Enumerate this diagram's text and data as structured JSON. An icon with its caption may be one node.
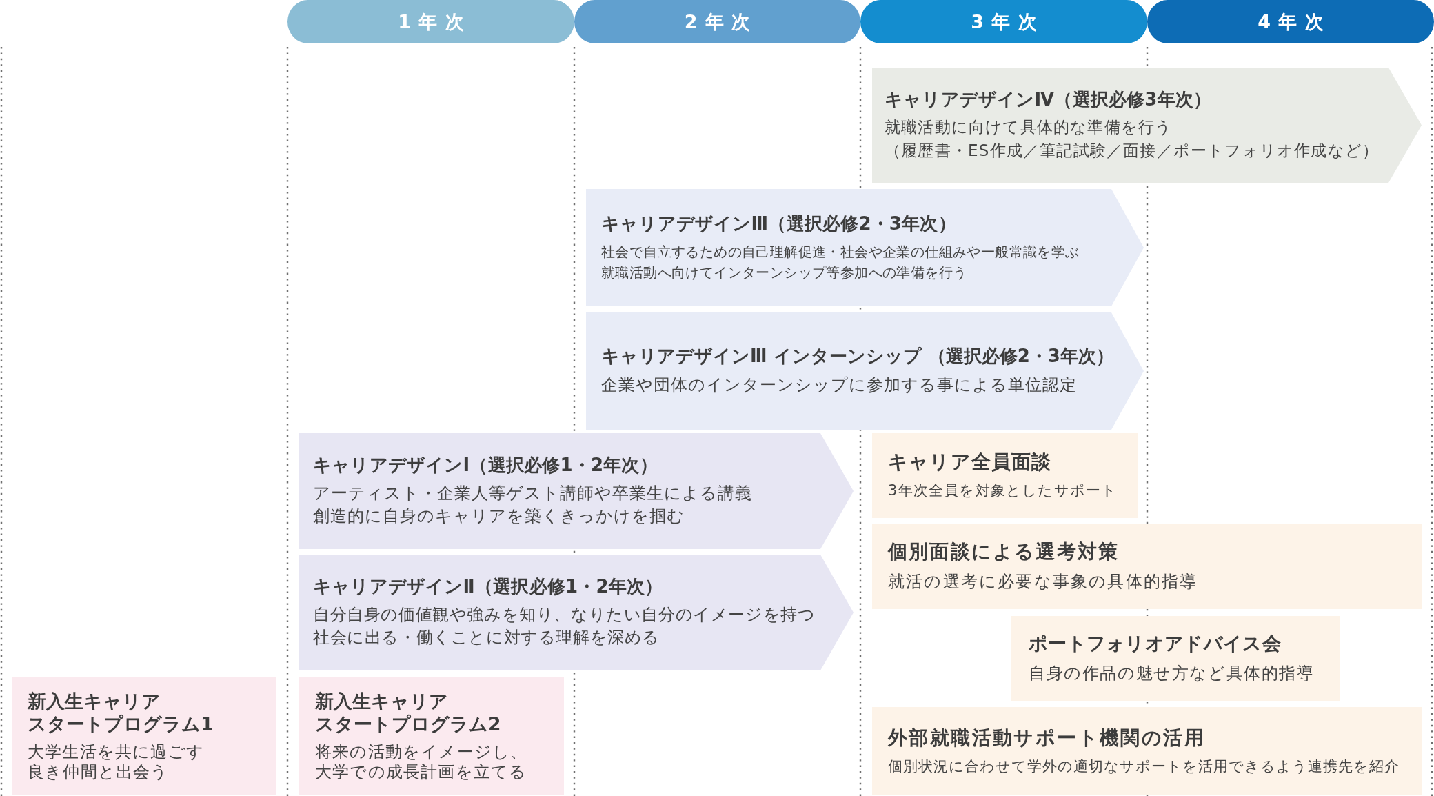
{
  "diagram": {
    "nodes": [
      {
        "text": [
          "1年次"
        ]
      },
      {
        "text": [
          "2年次"
        ]
      },
      {
        "text": [
          "3年次"
        ]
      },
      {
        "text": [
          "4年次"
        ]
      },
      {
        "text": [
          "キャリアデザインⅣ（選択必修3年次）",
          "就職活動に向けて具体的な準備を行う",
          "（履歴書・ES作成／筆記試験／面接／ポートフォリオ作成など）"
        ]
      },
      {
        "text": [
          "キャリアデザインⅢ（選択必修2・3年次）",
          "社会で自立するための自己理解促進・社会や企業の仕組みや一般常識を学ぶ",
          "就職活動へ向けてインターンシップ等参加への準備を行う"
        ]
      },
      {
        "text": [
          "キャリアデザインⅢ インターンシップ （選択必修2・3年次）",
          "企業や団体のインターンシップに参加する事による単位認定"
        ]
      },
      {
        "text": [
          "キャリアデザインⅠ（選択必修1・2年次）",
          "アーティスト・企業人等ゲスト講師や卒業生による講義",
          "創造的に自身のキャリアを築くきっかけを掴む"
        ]
      },
      {
        "text": [
          "キャリア全員面談",
          "3年次全員を対象としたサポート"
        ]
      },
      {
        "text": [
          "個別面談による選考対策",
          "就活の選考に必要な事象の具体的指導"
        ]
      },
      {
        "text": [
          "キャリアデザインⅡ（選択必修1・2年次）",
          "自分自身の価値観や強みを知り、なりたい自分のイメージを持つ",
          "社会に出る・働くことに対する理解を深める"
        ]
      },
      {
        "text": [
          "ポートフォリオアドバイス会",
          "自身の作品の魅せ方など具体的指導"
        ]
      },
      {
        "text": [
          "新入生キャリアスタートプログラム1",
          "大学生活を共に過ごす良き仲間と出会う"
        ]
      },
      {
        "text": [
          "新入生キャリアスタートプログラム2",
          "将来の活動をイメージし、大学での成長計画を立てる"
        ]
      },
      {
        "text": [
          "外部就職活動サポート機関の活用",
          "個別状況に合わせて学外の適切なサポートを活用できるよう連携先を紹介"
        ]
      }
    ]
  }
}
